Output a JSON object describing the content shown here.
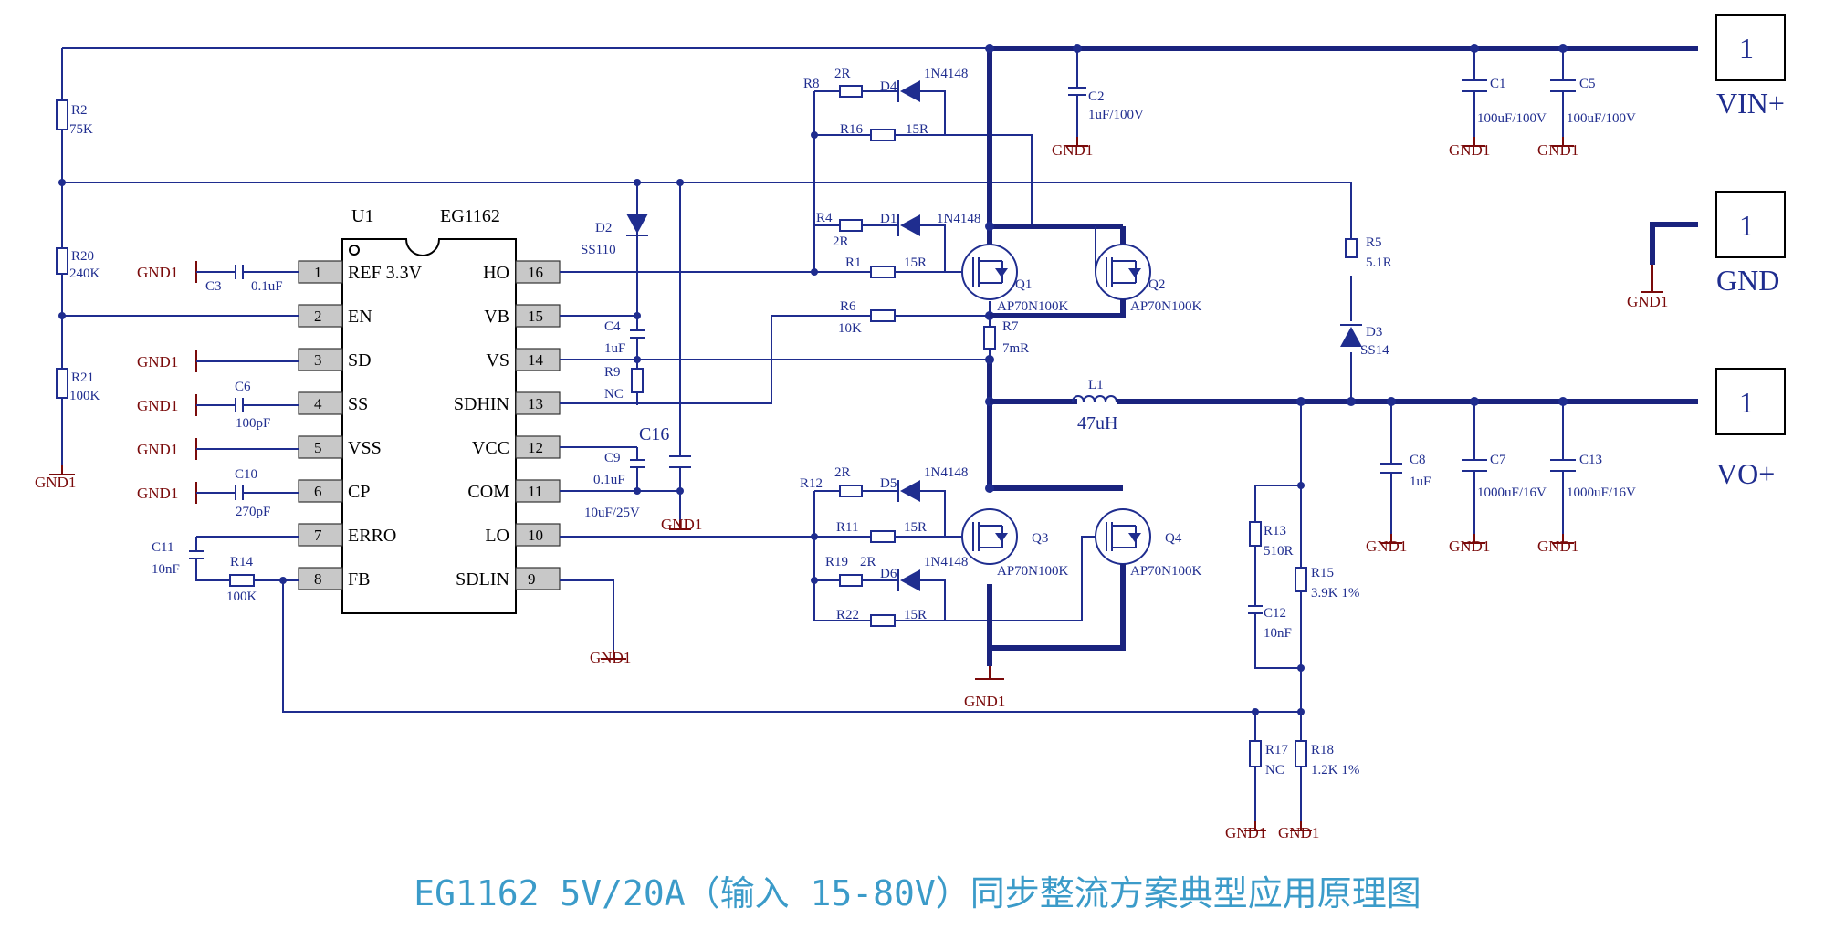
{
  "caption": "EG1162 5V/20A（输入 15-80V）同步整流方案典型应用原理图",
  "ic": {
    "ref": "U1",
    "part": "EG1162",
    "pins_left": [
      {
        "num": "1",
        "name": "REF 3.3V"
      },
      {
        "num": "2",
        "name": "EN"
      },
      {
        "num": "3",
        "name": "SD"
      },
      {
        "num": "4",
        "name": "SS"
      },
      {
        "num": "5",
        "name": "VSS"
      },
      {
        "num": "6",
        "name": "CP"
      },
      {
        "num": "7",
        "name": "ERRO"
      },
      {
        "num": "8",
        "name": "FB"
      }
    ],
    "pins_right": [
      {
        "num": "16",
        "name": "HO"
      },
      {
        "num": "15",
        "name": "VB"
      },
      {
        "num": "14",
        "name": "VS"
      },
      {
        "num": "13",
        "name": "SDHIN"
      },
      {
        "num": "12",
        "name": "VCC"
      },
      {
        "num": "11",
        "name": "COM"
      },
      {
        "num": "10",
        "name": "LO"
      },
      {
        "num": "9",
        "name": "SDLIN"
      }
    ]
  },
  "connectors": [
    {
      "pin": "1",
      "label": "VIN+"
    },
    {
      "pin": "1",
      "label": "GND"
    },
    {
      "pin": "1",
      "label": "VO+"
    }
  ],
  "gnd": "GND1",
  "components": {
    "R2": {
      "ref": "R2",
      "val": "75K"
    },
    "R20": {
      "ref": "R20",
      "val": "240K"
    },
    "R21": {
      "ref": "R21",
      "val": "100K"
    },
    "C3": {
      "ref": "C3",
      "val": "0.1uF"
    },
    "C6": {
      "ref": "C6",
      "val": "100pF"
    },
    "C10": {
      "ref": "C10",
      "val": "270pF"
    },
    "C11": {
      "ref": "C11",
      "val": "10nF"
    },
    "R14": {
      "ref": "R14",
      "val": "100K"
    },
    "D2": {
      "ref": "D2",
      "val": "SS110"
    },
    "C4": {
      "ref": "C4",
      "val": "1uF"
    },
    "R9": {
      "ref": "R9",
      "val": "NC"
    },
    "C9": {
      "ref": "C9",
      "val": "0.1uF"
    },
    "C16": {
      "ref": "C16",
      "val": "10uF/25V"
    },
    "R8": {
      "ref": "R8",
      "val": "2R"
    },
    "D4": {
      "ref": "D4",
      "val": "1N4148"
    },
    "R16": {
      "ref": "R16",
      "val": "15R"
    },
    "R4": {
      "ref": "R4",
      "val": "2R"
    },
    "D1": {
      "ref": "D1",
      "val": "1N4148"
    },
    "R1": {
      "ref": "R1",
      "val": "15R"
    },
    "R6": {
      "ref": "R6",
      "val": "10K"
    },
    "R7": {
      "ref": "R7",
      "val": "7mR"
    },
    "Q1": {
      "ref": "Q1",
      "val": "AP70N100K"
    },
    "Q2": {
      "ref": "Q2",
      "val": "AP70N100K"
    },
    "Q3": {
      "ref": "Q3",
      "val": "AP70N100K"
    },
    "Q4": {
      "ref": "Q4",
      "val": "AP70N100K"
    },
    "R12": {
      "ref": "R12",
      "val": "2R"
    },
    "D5": {
      "ref": "D5",
      "val": "1N4148"
    },
    "R11": {
      "ref": "R11",
      "val": "15R"
    },
    "R19": {
      "ref": "R19",
      "val": "2R"
    },
    "D6": {
      "ref": "D6",
      "val": "1N4148"
    },
    "R22": {
      "ref": "R22",
      "val": "15R"
    },
    "C2": {
      "ref": "C2",
      "val": "1uF/100V"
    },
    "C1": {
      "ref": "C1",
      "val": "100uF/100V"
    },
    "C5": {
      "ref": "C5",
      "val": "100uF/100V"
    },
    "R5": {
      "ref": "R5",
      "val": "5.1R"
    },
    "D3": {
      "ref": "D3",
      "val": "SS14"
    },
    "L1": {
      "ref": "L1",
      "val": "47uH"
    },
    "C8": {
      "ref": "C8",
      "val": "1uF"
    },
    "C7": {
      "ref": "C7",
      "val": "1000uF/16V"
    },
    "C13": {
      "ref": "C13",
      "val": "1000uF/16V"
    },
    "R13": {
      "ref": "R13",
      "val": "510R"
    },
    "C12": {
      "ref": "C12",
      "val": "10nF"
    },
    "R15": {
      "ref": "R15",
      "val": "3.9K 1%"
    },
    "R17": {
      "ref": "R17",
      "val": "NC"
    },
    "R18": {
      "ref": "R18",
      "val": "1.2K 1%"
    }
  }
}
